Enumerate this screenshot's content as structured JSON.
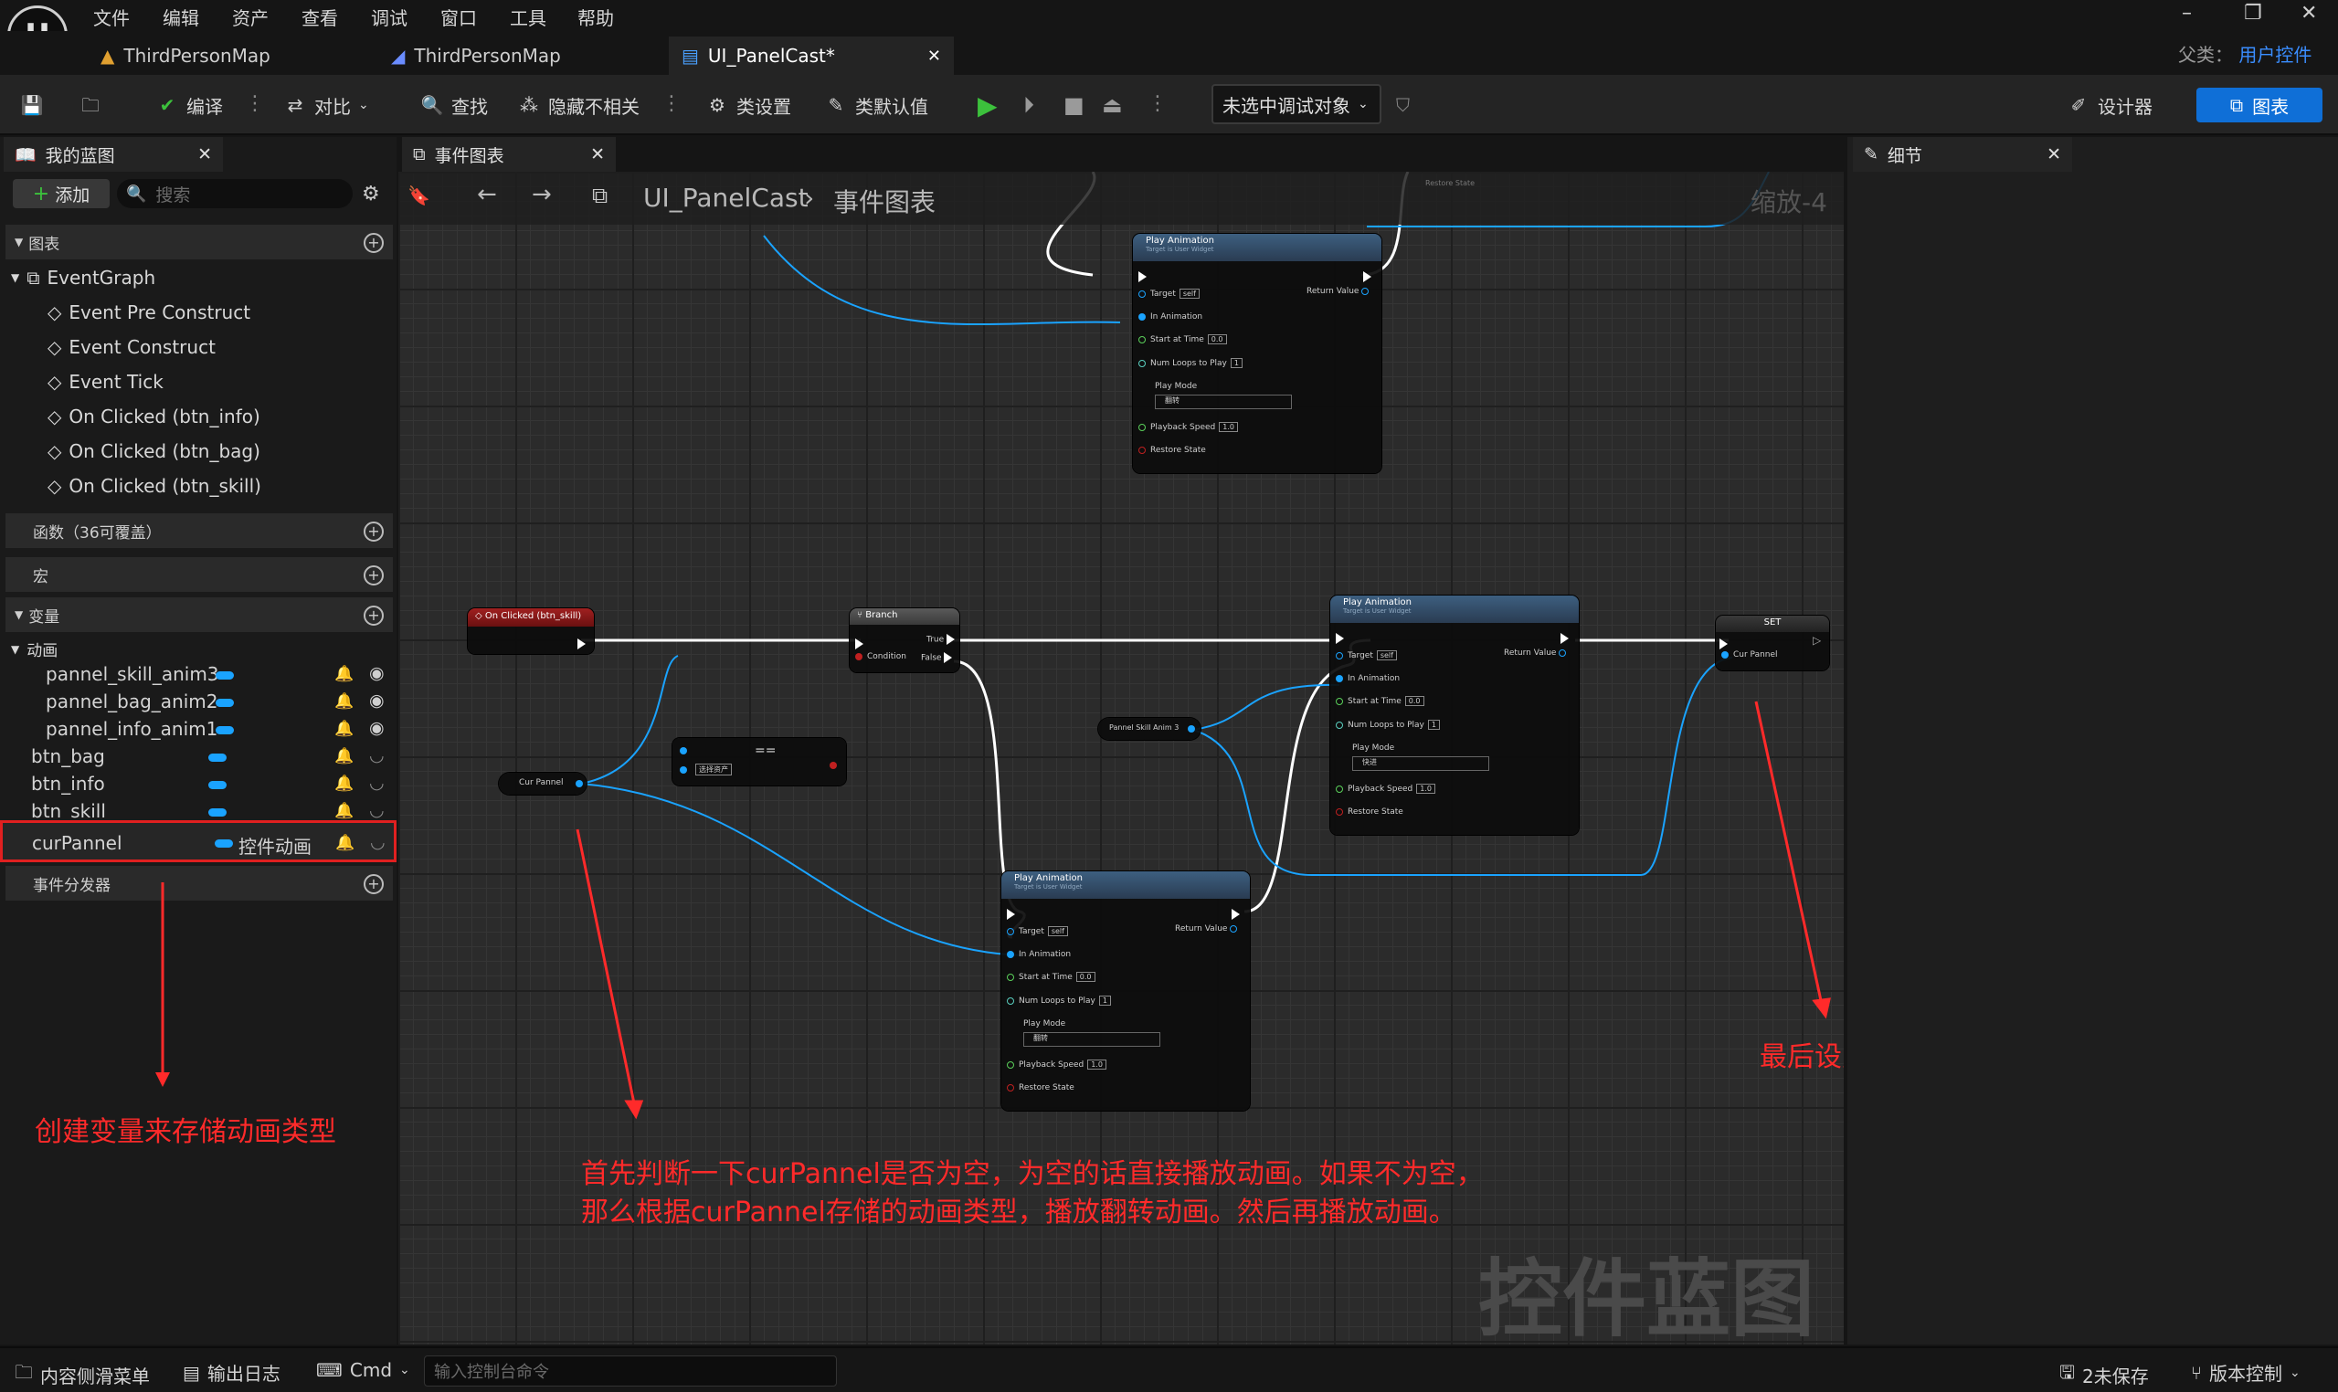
{
  "menu": {
    "items": [
      "文件",
      "编辑",
      "资产",
      "查看",
      "调试",
      "窗口",
      "工具",
      "帮助"
    ]
  },
  "tabs": [
    {
      "label": "ThirdPersonMap"
    },
    {
      "label": "ThirdPersonMap"
    },
    {
      "label": "UI_PanelCast*"
    }
  ],
  "parent": {
    "label": "父类：",
    "value": "用户控件"
  },
  "toolbar": {
    "compile": "编译",
    "diff": "对比",
    "find": "查找",
    "hide_unrelated": "隐藏不相关",
    "class_settings": "类设置",
    "class_defaults": "类默认值",
    "debug_select": "未选中调试对象",
    "designer": "设计器",
    "graph": "图表"
  },
  "left_panel": {
    "title": "我的蓝图",
    "add": "添加",
    "search_placeholder": "搜索",
    "graphs_header": "图表",
    "event_graph": "EventGraph",
    "events": [
      "Event Pre Construct",
      "Event Construct",
      "Event Tick",
      "On Clicked (btn_info)",
      "On Clicked (btn_bag)",
      "On Clicked (btn_skill)"
    ],
    "functions_header": "函数（36可覆盖）",
    "macros_header": "宏",
    "variables_header": "变量",
    "anim_category": "动画",
    "variables": [
      {
        "name": "pannel_skill_anim3",
        "indent": true
      },
      {
        "name": "pannel_bag_anim2",
        "indent": true
      },
      {
        "name": "pannel_info_anim1",
        "indent": true
      },
      {
        "name": "btn_bag",
        "indent": false
      },
      {
        "name": "btn_info",
        "indent": false
      },
      {
        "name": "btn_skill",
        "indent": false
      }
    ],
    "selected_var": {
      "name": "curPannel",
      "type": "控件动画"
    },
    "dispatchers_header": "事件分发器"
  },
  "graph": {
    "tab": "事件图表",
    "breadcrumb_root": "UI_PanelCast",
    "breadcrumb_leaf": "事件图表",
    "zoom": "缩放-4",
    "watermark": "控件蓝图",
    "restore_state_top": "Restore State",
    "nodes": {
      "on_clicked": "On Clicked (btn_skill)",
      "branch": "Branch",
      "branch_condition": "Condition",
      "branch_true": "True",
      "branch_false": "False",
      "cur_pannel_get": "Cur Pannel",
      "is_valid_eq": "==",
      "is_valid_dropdown": "选择资产",
      "skill_anim_get": "Pannel Skill Anim 3",
      "set": "SET",
      "set_pin": "Cur Pannel",
      "play_anim_title": "Play Animation",
      "play_anim_subtitle": "Target is User Widget",
      "pins": {
        "target": "Target",
        "self": "self",
        "return_value": "Return Value",
        "in_animation": "In Animation",
        "start_at_time": "Start at Time",
        "start_val": "0.0",
        "num_loops": "Num Loops to Play",
        "num_loops_val": "1",
        "play_mode": "Play Mode",
        "play_mode_reverse": "翻转",
        "play_mode_forward": "快进",
        "playback_speed": "Playback Speed",
        "speed_val": "1.0",
        "restore_state": "Restore State"
      }
    }
  },
  "annotations": {
    "var_note": "创建变量来存储动画类型",
    "logic_note_line1": "首先判断一下curPannel是否为空，为空的话直接播放动画。如果不为空，",
    "logic_note_line2": "那么根据curPannel存储的动画类型，播放翻转动画。然后再播放动画。",
    "set_note": "最后设置当前动画类型"
  },
  "right_panel": {
    "title": "细节"
  },
  "status": {
    "content_drawer": "内容侧滑菜单",
    "output_log": "输出日志",
    "cmd": "Cmd",
    "console_placeholder": "输入控制台命令",
    "unsaved": "2未保存",
    "source_control": "版本控制"
  },
  "colors": {
    "accent": "#0f6fd7",
    "annotation": "#ff2a2a",
    "exec_wire": "#ffffff",
    "object_wire": "#1aa3ff",
    "event_head": "#8b1a1a"
  }
}
